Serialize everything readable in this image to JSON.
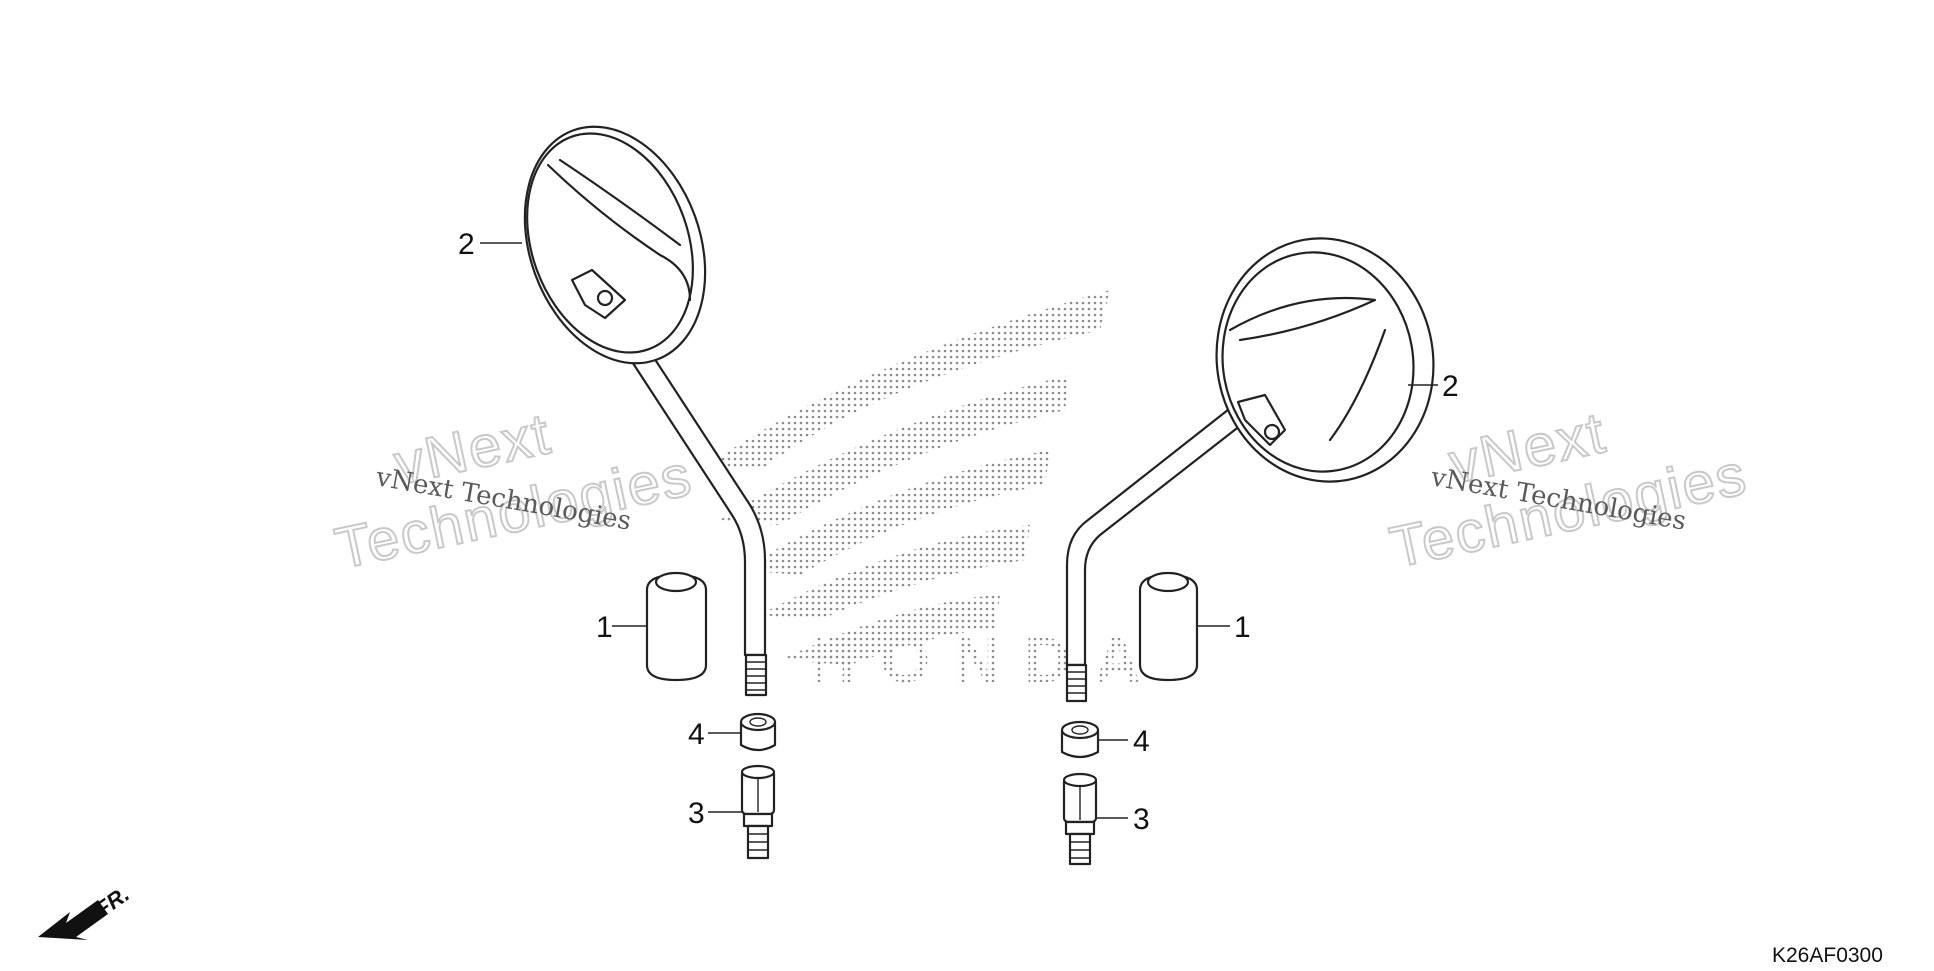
{
  "diagram": {
    "code": "K26AF0300",
    "direction_label": "FR.",
    "callouts": {
      "left_mirror": "2",
      "right_mirror": "2",
      "left_cap": "1",
      "right_cap": "1",
      "left_nut": "4",
      "right_nut": "4",
      "left_adapter": "3",
      "right_adapter": "3"
    },
    "brand_logo_text": "HONDA",
    "watermark": {
      "line1": "vNext",
      "line2": "Technologies",
      "small": "vNext Technologies"
    },
    "colors": {
      "line": "#222222",
      "dots": "#8c8c8c",
      "watermark_outline": "#c9c9c9",
      "watermark_text": "#5a5a5a"
    }
  }
}
